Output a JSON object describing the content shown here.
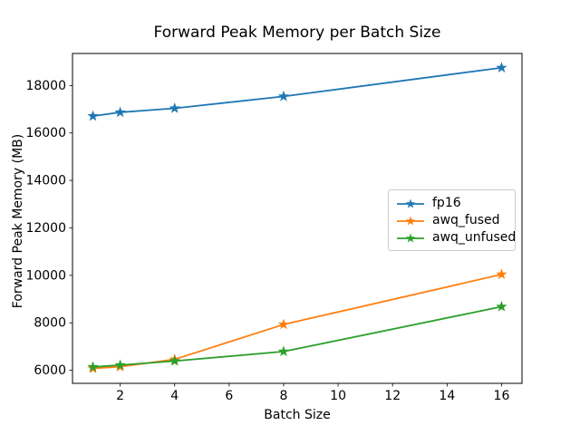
{
  "figure": {
    "background": "#ffffff",
    "text_color": "#000000",
    "spine_color": "#000000",
    "legend_border_color": "#cccccc"
  },
  "chart_data": {
    "type": "line",
    "title": "Forward Peak Memory per Batch Size",
    "xlabel": "Batch Size",
    "ylabel": "Forward Peak Memory (MB)",
    "x": [
      1,
      2,
      4,
      8,
      16
    ],
    "series": [
      {
        "name": "fp16",
        "color": "#1f77b4",
        "marker": "star",
        "values": [
          16710,
          16870,
          17040,
          17540,
          18750
        ]
      },
      {
        "name": "awq_fused",
        "color": "#ff7f0e",
        "marker": "star",
        "values": [
          6080,
          6150,
          6460,
          7930,
          10040
        ]
      },
      {
        "name": "awq_unfused",
        "color": "#2ca02c",
        "marker": "star",
        "values": [
          6140,
          6220,
          6390,
          6790,
          8680
        ]
      }
    ],
    "xticks": [
      2,
      4,
      6,
      8,
      10,
      12,
      14,
      16
    ],
    "yticks": [
      6000,
      8000,
      10000,
      12000,
      14000,
      16000,
      18000
    ],
    "xlim": [
      0.25,
      16.75
    ],
    "ylim": [
      5450,
      19350
    ],
    "grid": false,
    "legend_position": "center right"
  }
}
